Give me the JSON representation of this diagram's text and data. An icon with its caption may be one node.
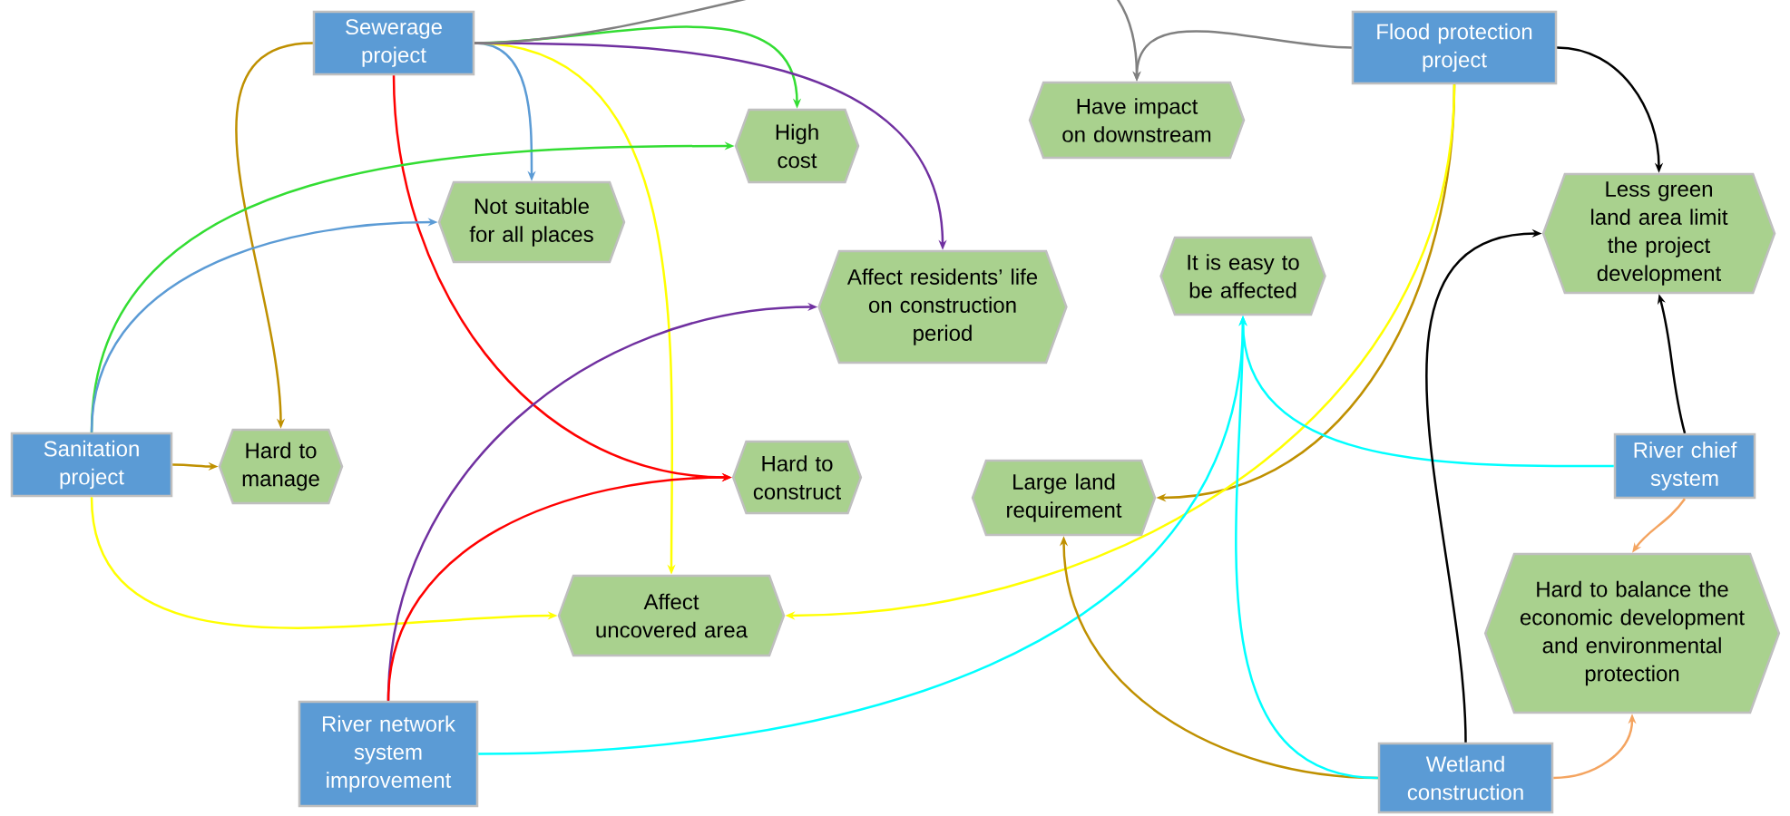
{
  "diagram": {
    "nodes": [
      {
        "text": [
          "Sewerage project"
        ]
      },
      {
        "text": [
          "Flood protection project"
        ]
      },
      {
        "text": [
          "Sanitation project"
        ]
      },
      {
        "text": [
          "River network system improvement"
        ]
      },
      {
        "text": [
          "River chief system"
        ]
      },
      {
        "text": [
          "Wetland construction"
        ]
      },
      {
        "text": [
          "High cost"
        ]
      },
      {
        "text": [
          "Have impact on downstream"
        ]
      },
      {
        "text": [
          "Not suitable for all places"
        ]
      },
      {
        "text": [
          "Less green land area limit the project development"
        ]
      },
      {
        "text": [
          "Affect residents’ life on construction period"
        ]
      },
      {
        "text": [
          "It is easy to be affected"
        ]
      },
      {
        "text": [
          "Hard to manage"
        ]
      },
      {
        "text": [
          "Hard to construct"
        ]
      },
      {
        "text": [
          "Large land requirement"
        ]
      },
      {
        "text": [
          "Affect uncovered area"
        ]
      },
      {
        "text": [
          "Hard to balance the economic development and environmental protection"
        ]
      }
    ],
    "edges": [
      {
        "from": 0,
        "to": 12,
        "arrow": "to",
        "color": "#bf9000"
      },
      {
        "from": 0,
        "to": 8,
        "arrow": "to",
        "color": "#5b9bd5"
      },
      {
        "from": 0,
        "to": 6,
        "arrow": "to",
        "color": "#33dd33"
      },
      {
        "from": 0,
        "to": 15,
        "arrow": "to",
        "color": "#ffff00"
      },
      {
        "from": 0,
        "to": 10,
        "arrow": "to",
        "color": "#7030a0"
      },
      {
        "from": 0,
        "to": 13,
        "arrow": "to",
        "color": "#ff0000"
      },
      {
        "from": 0,
        "to": 7,
        "arrow": "to",
        "color": "#808080"
      },
      {
        "from": 1,
        "to": 7,
        "arrow": "to",
        "color": "#808080"
      },
      {
        "from": 1,
        "to": 9,
        "arrow": "to",
        "color": "#000000"
      },
      {
        "from": 1,
        "to": 14,
        "arrow": "to",
        "color": "#bf9000"
      },
      {
        "from": 1,
        "to": 15,
        "arrow": "to",
        "color": "#ffff00"
      },
      {
        "from": 2,
        "to": 6,
        "arrow": "to",
        "color": "#33dd33"
      },
      {
        "from": 2,
        "to": 8,
        "arrow": "to",
        "color": "#5b9bd5"
      },
      {
        "from": 2,
        "to": 12,
        "arrow": "to",
        "color": "#bf9000"
      },
      {
        "from": 2,
        "to": 15,
        "arrow": "to",
        "color": "#ffff00"
      },
      {
        "from": 3,
        "to": 10,
        "arrow": "to",
        "color": "#7030a0"
      },
      {
        "from": 3,
        "to": 13,
        "arrow": "to",
        "color": "#ff0000"
      },
      {
        "from": 3,
        "to": 11,
        "arrow": "to",
        "color": "#00ffff"
      },
      {
        "from": 4,
        "to": 9,
        "arrow": "to",
        "color": "#000000"
      },
      {
        "from": 4,
        "to": 11,
        "arrow": "to",
        "color": "#00ffff"
      },
      {
        "from": 4,
        "to": 16,
        "arrow": "to",
        "color": "#f4a460"
      },
      {
        "from": 5,
        "to": 9,
        "arrow": "to",
        "color": "#000000"
      },
      {
        "from": 5,
        "to": 14,
        "arrow": "to",
        "color": "#bf9000"
      },
      {
        "from": 5,
        "to": 11,
        "arrow": "to",
        "color": "#00ffff"
      },
      {
        "from": 5,
        "to": 16,
        "arrow": "to",
        "color": "#f4a460"
      }
    ]
  }
}
